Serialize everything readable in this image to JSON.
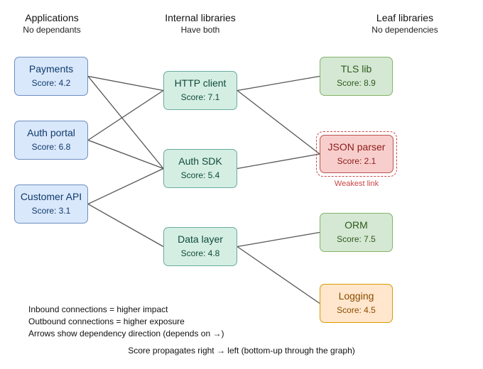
{
  "columns": {
    "applications": {
      "title": "Applications",
      "subtitle": "No dependants"
    },
    "internal": {
      "title": "Internal libraries",
      "subtitle": "Have both"
    },
    "leaf": {
      "title": "Leaf libraries",
      "subtitle": "No dependencies"
    }
  },
  "nodes": {
    "payments": {
      "name": "Payments",
      "score": "Score: 4.2"
    },
    "auth_portal": {
      "name": "Auth portal",
      "score": "Score: 6.8"
    },
    "customer_api": {
      "name": "Customer API",
      "score": "Score: 3.1"
    },
    "http_client": {
      "name": "HTTP client",
      "score": "Score: 7.1"
    },
    "auth_sdk": {
      "name": "Auth SDK",
      "score": "Score: 5.4"
    },
    "data_layer": {
      "name": "Data layer",
      "score": "Score: 4.8"
    },
    "tls_lib": {
      "name": "TLS lib",
      "score": "Score: 8.9"
    },
    "json_parser": {
      "name": "JSON parser",
      "score": "Score: 2.1"
    },
    "orm": {
      "name": "ORM",
      "score": "Score: 7.5"
    },
    "logging": {
      "name": "Logging",
      "score": "Score: 4.5"
    }
  },
  "weakest_label": "Weakest link",
  "edges": [
    [
      "payments",
      "http_client"
    ],
    [
      "payments",
      "auth_sdk"
    ],
    [
      "auth_portal",
      "http_client"
    ],
    [
      "auth_portal",
      "auth_sdk"
    ],
    [
      "customer_api",
      "auth_sdk"
    ],
    [
      "customer_api",
      "data_layer"
    ],
    [
      "http_client",
      "tls_lib"
    ],
    [
      "http_client",
      "json_parser"
    ],
    [
      "auth_sdk",
      "json_parser"
    ],
    [
      "data_layer",
      "orm"
    ],
    [
      "data_layer",
      "logging"
    ]
  ],
  "notes": [
    "Inbound connections = higher impact",
    "Outbound connections = higher exposure",
    "Arrows show dependency direction (depends on →)"
  ],
  "footer": "Score propagates right → left (bottom-up through the graph)",
  "colors": {
    "app_fill": "#dae8fc",
    "internal_fill": "#d5eee3",
    "leaf_fill": "#d5e8d4",
    "weak_fill": "#f8cecc",
    "logging_fill": "#ffe6cc",
    "edge": "#555555",
    "weak_accent": "#cc4444"
  }
}
